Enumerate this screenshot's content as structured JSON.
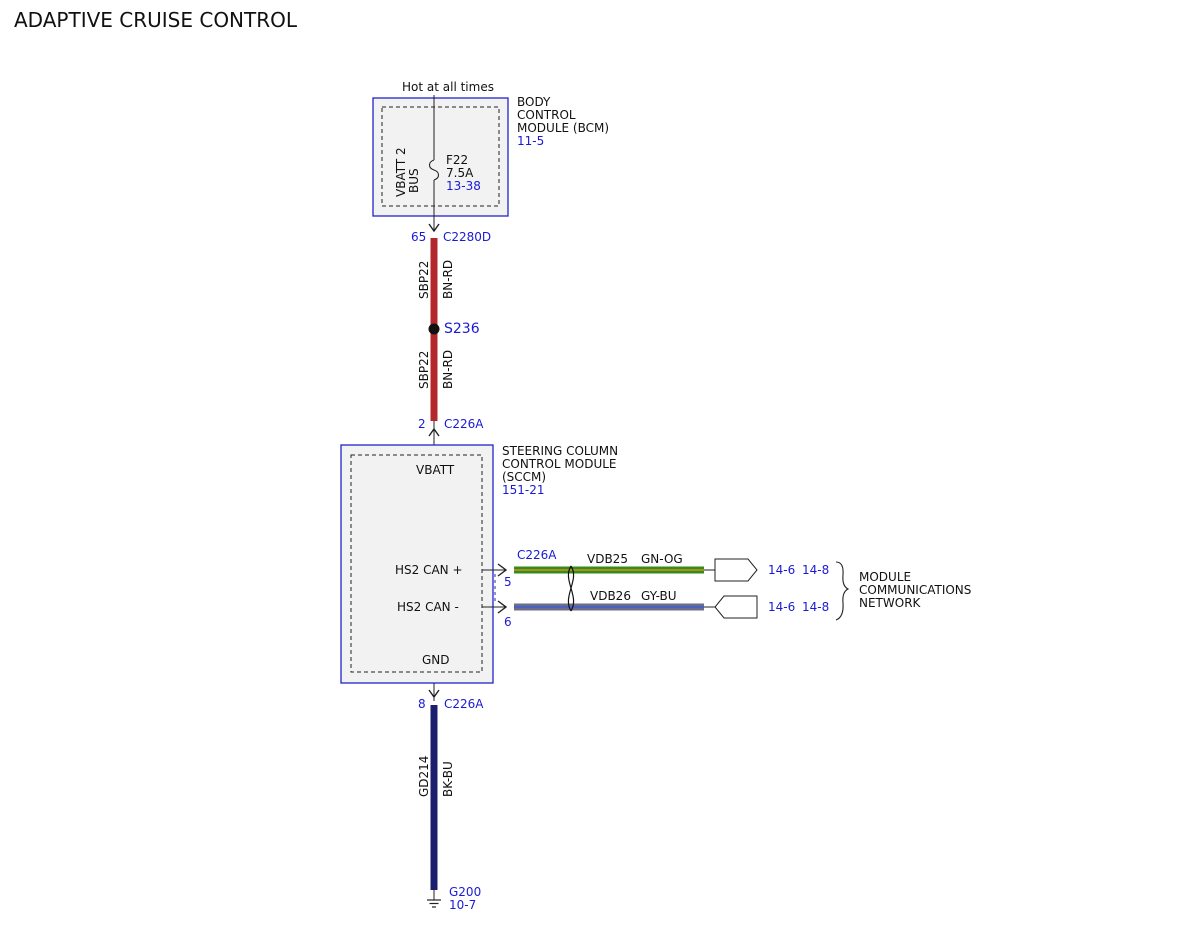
{
  "title": "ADAPTIVE CRUISE CONTROL",
  "colors": {
    "link_blue": "#1a1ad6",
    "module_border": "#2222cc",
    "module_fill": "#f2f2f2",
    "wire_bn_rd": "#b3282c",
    "wire_bk_bu": "#1b1f6e",
    "wire_gn_og_main": "#2f8f1e",
    "wire_gn_og_stripe": "#e08a1a",
    "wire_gy_bu_main": "#6d6d8a",
    "wire_gy_bu_stripe": "#3d5fd6"
  },
  "bcm": {
    "feed_label": "Hot at all times",
    "name_lines": [
      "BODY",
      "CONTROL",
      "MODULE (BCM)"
    ],
    "page_ref": "11-5",
    "bus_label_1": "VBATT 2",
    "bus_label_2": "BUS",
    "fuse_name": "F22",
    "fuse_rating": "7.5A",
    "fuse_ref": "13-38",
    "connector_pin": "65",
    "connector": "C2280D"
  },
  "wires": {
    "sbp22_upper": {
      "circuit": "SBP22",
      "color_code": "BN-RD"
    },
    "sbp22_lower": {
      "circuit": "SBP22",
      "color_code": "BN-RD"
    },
    "vdb25": {
      "circuit": "VDB25",
      "color_code": "GN-OG"
    },
    "vdb26": {
      "circuit": "VDB26",
      "color_code": "GY-BU"
    },
    "gd214": {
      "circuit": "GD214",
      "color_code": "BK-BU"
    }
  },
  "splice": {
    "id": "S236"
  },
  "sccm": {
    "name_lines": [
      "STEERING COLUMN",
      "CONTROL MODULE",
      "(SCCM)"
    ],
    "page_ref": "151-21",
    "vbatt_label": "VBATT",
    "can_plus_label": "HS2 CAN +",
    "can_minus_label": "HS2 CAN -",
    "gnd_label": "GND",
    "top_pin": "2",
    "top_connector": "C226A",
    "can_connector": "C226A",
    "can_plus_pin": "5",
    "can_minus_pin": "6",
    "bottom_pin": "8",
    "bottom_connector": "C226A"
  },
  "network": {
    "refs_upper": [
      "14-6",
      "14-8"
    ],
    "refs_lower": [
      "14-6",
      "14-8"
    ],
    "label_lines": [
      "MODULE",
      "COMMUNICATIONS",
      "NETWORK"
    ]
  },
  "ground": {
    "id": "G200",
    "page_ref": "10-7"
  }
}
